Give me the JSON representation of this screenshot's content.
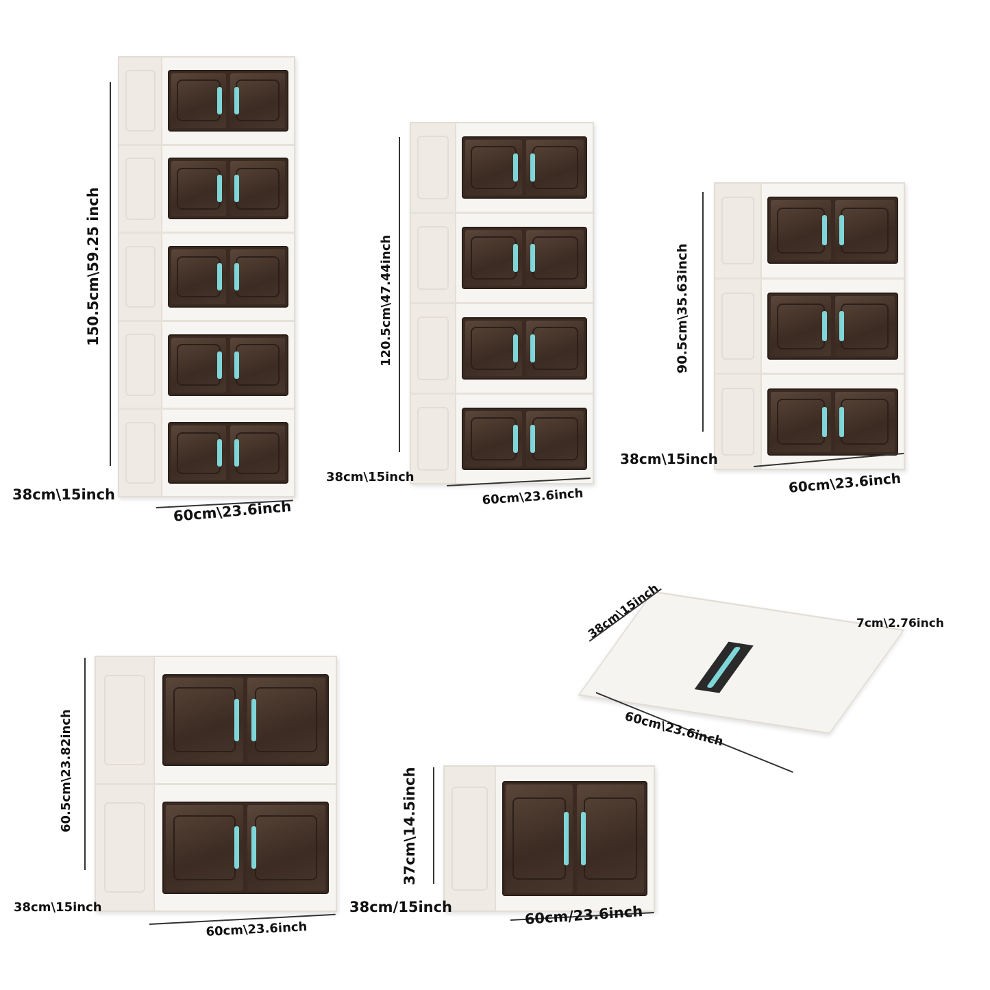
{
  "colors": {
    "frame": "#f4f1ec",
    "door": "#3a2a22",
    "handle": "#7fd6d9"
  },
  "cabinets": [
    {
      "tiers": 5,
      "height": "150.5cm\\59.25 inch",
      "depth": "38cm\\15inch",
      "width": "60cm\\23.6inch"
    },
    {
      "tiers": 4,
      "height": "120.5cm\\47.44inch",
      "depth": "38cm\\15inch",
      "width": "60cm\\23.6inch"
    },
    {
      "tiers": 3,
      "height": "90.5cm\\35.63inch",
      "depth": "38cm\\15inch",
      "width": "60cm\\23.6inch"
    },
    {
      "tiers": 2,
      "height": "60.5cm\\23.82inch",
      "depth": "38cm\\15inch",
      "width": "60cm\\23.6inch"
    },
    {
      "tiers": 1,
      "height": "37cm\\14.5inch",
      "depth": "38cm/15inch",
      "width": "60cm/23.6inch"
    }
  ],
  "folded": {
    "depth": "38cm\\15inch",
    "thickness": "7cm\\2.76inch",
    "width": "60cm\\23.6inch"
  }
}
